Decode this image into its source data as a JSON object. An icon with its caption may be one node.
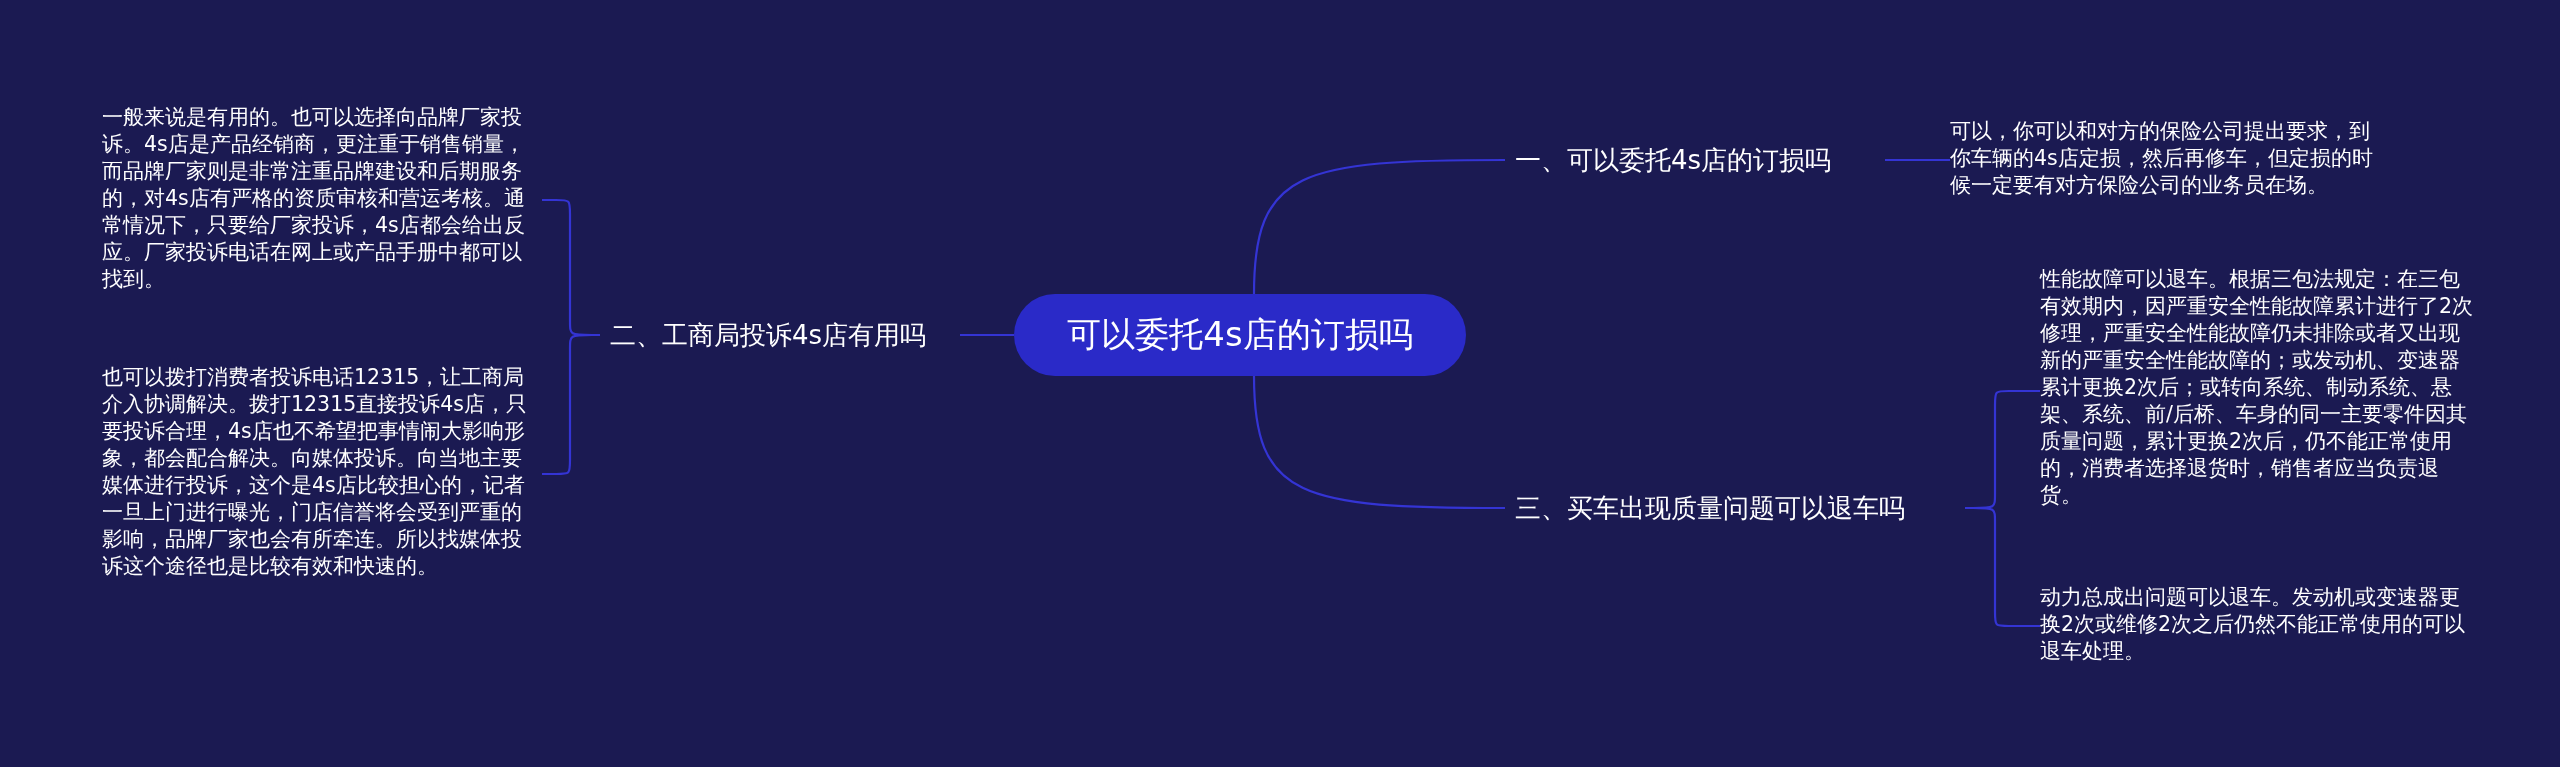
{
  "diagram": {
    "nodes": [
      {
        "text": [
          "可以委托4s店的订损吗"
        ]
      },
      {
        "text": [
          "一、可以委托4s店的订损吗"
        ]
      },
      {
        "text": [
          "可以，你可以和对方的保险公司提出要求，到你车辆的4s店定损，然后再修车，但定损的时候一定要有对方保险公司的业务员在场。"
        ]
      },
      {
        "text": [
          "二、工商局投诉4s店有用吗"
        ]
      },
      {
        "text": [
          "一般来说是有用的。也可以选择向品牌厂家投诉。4s店是产品经销商，更注重于销售销量，而品牌厂家则是非常注重品牌建设和后期服务的，对4s店有严格的资质审核和营运考核。通常情况下，只要给厂家投诉，4s店都会给出反应。厂家投诉电话在网上或产品手册中都可以找到。"
        ]
      },
      {
        "text": [
          "也可以拨打消费者投诉电话12315，让工商局介入协调解决。拨打12315直接投诉4s店，只要投诉合理，4s店也不希望把事情闹大影响形象，都会配合解决。向媒体投诉。向当地主要媒体进行投诉，这个是4s店比较担心的，记者一旦上门进行曝光，门店信誉将会受到严重的影响，品牌厂家也会有所牵连。所以找媒体投诉这个途径也是比较有效和快速的。"
        ]
      },
      {
        "text": [
          "三、买车出现质量问题可以退车吗"
        ]
      },
      {
        "text": [
          "性能故障可以退车。根据三包法规定：在三包有效期内，因严重安全性能故障累计进行了2次修理，严重安全性能故障仍未排除或者又出现新的严重安全性能故障的；或发动机、变速器累计更换2次后；或转向系统、制动系统、悬架、系统、前/后桥、车身的同一主要零件因其质量问题，累计更换2次后，仍不能正常使用的，消费者选择退货时，销售者应当负责退货。"
        ]
      },
      {
        "text": [
          "动力总成出问题可以退车。发动机或变速器更换2次或维修2次之后仍然不能正常使用的可以退车处理。"
        ]
      }
    ],
    "edges": [
      {
        "from": 0,
        "to": 1,
        "arrow": "none"
      },
      {
        "from": 1,
        "to": 2,
        "arrow": "none"
      },
      {
        "from": 0,
        "to": 3,
        "arrow": "none"
      },
      {
        "from": 3,
        "to": 4,
        "arrow": "none"
      },
      {
        "from": 3,
        "to": 5,
        "arrow": "none"
      },
      {
        "from": 0,
        "to": 6,
        "arrow": "none"
      },
      {
        "from": 6,
        "to": 7,
        "arrow": "none"
      },
      {
        "from": 6,
        "to": 8,
        "arrow": "none"
      }
    ]
  }
}
